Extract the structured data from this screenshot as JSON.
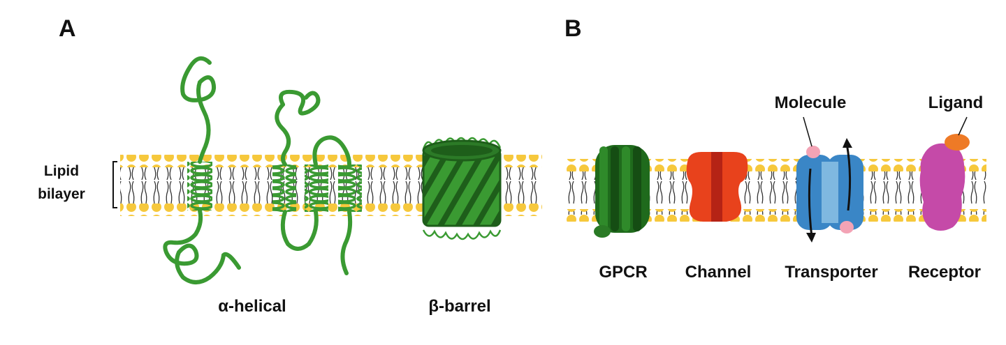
{
  "panels": {
    "a": {
      "letter": "A",
      "bilayer_label": [
        "Lipid",
        "bilayer"
      ],
      "alpha_label": "α-helical",
      "beta_label": "β-barrel",
      "protein_color": "#3a9a32",
      "protein_dark": "#1e5e1a"
    },
    "b": {
      "letter": "B",
      "gpcr_label": "GPCR",
      "channel_label": "Channel",
      "transporter_label": "Transporter",
      "receptor_label": "Receptor",
      "molecule_label": "Molecule",
      "ligand_label": "Ligand",
      "colors": {
        "gpcr": "#1f6a1c",
        "channel": "#e8421c",
        "transporter": "#3a86c6",
        "receptor": "#c54aa8",
        "ligand": "#ee7a26",
        "molecule": "#f3a3b5",
        "lipid_head": "#f6c83c"
      }
    }
  }
}
